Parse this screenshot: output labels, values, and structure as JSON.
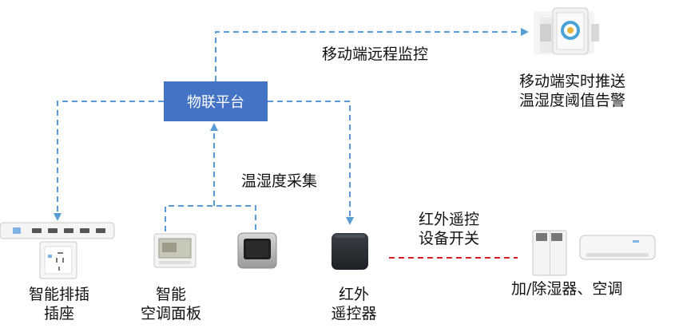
{
  "platform": {
    "label": "物联平台"
  },
  "labels": {
    "mobile_monitoring": "移动端远程监控",
    "mobile_alert_line1": "移动端实时推送",
    "mobile_alert_line2": "温湿度阈值告警",
    "temp_humidity_collect": "温湿度采集",
    "ir_control_line1": "红外遥控",
    "ir_control_line2": "设备开关"
  },
  "devices": {
    "smart_socket": {
      "line1": "智能排插",
      "line2": "插座"
    },
    "ac_panel": {
      "line1": "智能",
      "line2": "空调面板"
    },
    "ir_remote": {
      "line1": "红外",
      "line2": "遥控器"
    },
    "appliances": {
      "line1": "加/除湿器、空调"
    }
  },
  "colors": {
    "platform_fill": "#4472c4",
    "flow_arrow": "#5b9bd5",
    "ir_link": "#e02020"
  },
  "icons": [
    "phone-app-icon",
    "power-strip-icon",
    "wall-socket-icon",
    "ac-panel-icon",
    "thermostat-icon",
    "ir-remote-icon",
    "dehumidifier-icon",
    "air-conditioner-icon"
  ]
}
